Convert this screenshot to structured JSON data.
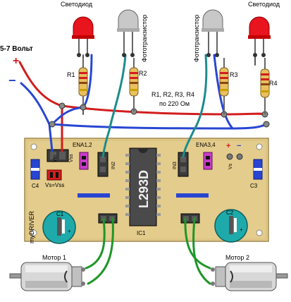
{
  "labels": {
    "led_left": "Светодиод",
    "led_right": "Светодиод",
    "phototransistor_left": "Фототранзистор",
    "phototransistor_right": "Фототранзистор",
    "voltage": "5-7 Вольт",
    "plus": "+",
    "minus": "−",
    "r1": "R1",
    "r2": "R2",
    "r3": "R3",
    "r4": "R4",
    "resistor_note_1": "R1, R2, R3, R4",
    "resistor_note_2": "по 220 Ом",
    "ena12": "ENA1,2",
    "ena34": "ENA3,4",
    "vin": "Vin",
    "vss": "Vss",
    "vs": "Vs",
    "vs_eq_vss": "Vs=Vss",
    "in2": "IN2",
    "in3": "IN3",
    "c1": "C1",
    "c2": "C2",
    "c3": "C3",
    "c4": "C4",
    "ic": "IC1",
    "chip": "L293D",
    "board_name": "myDRIVER",
    "motor1": "Мотор 1",
    "motor2": "Мотор 2",
    "plus_small": "+"
  },
  "colors": {
    "board": "#e4cc8c",
    "led_red": "#e8141e",
    "led_white": "#c8c8c8",
    "wire_red": "#d21e1e",
    "wire_blue": "#2846d2",
    "wire_green": "#1e9628",
    "wire_teal": "#1e8c8c",
    "cap_teal": "#1eaaaa",
    "jumper_magenta": "#c83cc8"
  }
}
